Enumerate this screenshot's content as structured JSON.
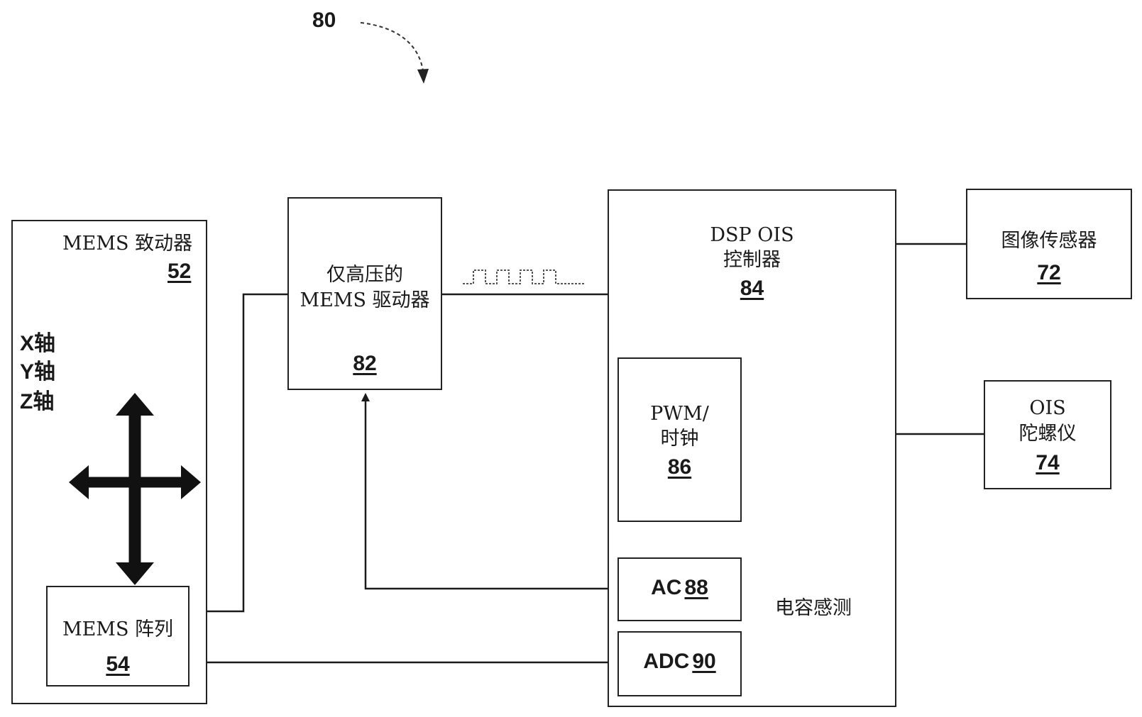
{
  "figure": {
    "ref": "80"
  },
  "blocks": {
    "mems_actuator": {
      "title": "MEMS 致动器",
      "ref": "52"
    },
    "axes": {
      "x": "X轴",
      "y": "Y轴",
      "z": "Z轴"
    },
    "mems_array": {
      "title": "MEMS 阵列",
      "ref": "54"
    },
    "hv_driver": {
      "line1": "仅高压的",
      "line2": "MEMS 驱动器",
      "ref": "82"
    },
    "dsp_ois": {
      "line1": "DSP OIS",
      "line2": "控制器",
      "ref": "84"
    },
    "pwm_clock": {
      "line1": "PWM/",
      "line2": "时钟",
      "ref": "86"
    },
    "ac": {
      "title": "AC",
      "ref": "88"
    },
    "adc": {
      "title": "ADC",
      "ref": "90"
    },
    "cap_sense": {
      "label": "电容感测"
    },
    "image_sensor": {
      "title": "图像传感器",
      "ref": "72"
    },
    "ois_gyro": {
      "line1": "OIS",
      "line2": "陀螺仪",
      "ref": "74"
    }
  },
  "colors": {
    "ink": "#1a1a1a",
    "background": "#ffffff"
  }
}
